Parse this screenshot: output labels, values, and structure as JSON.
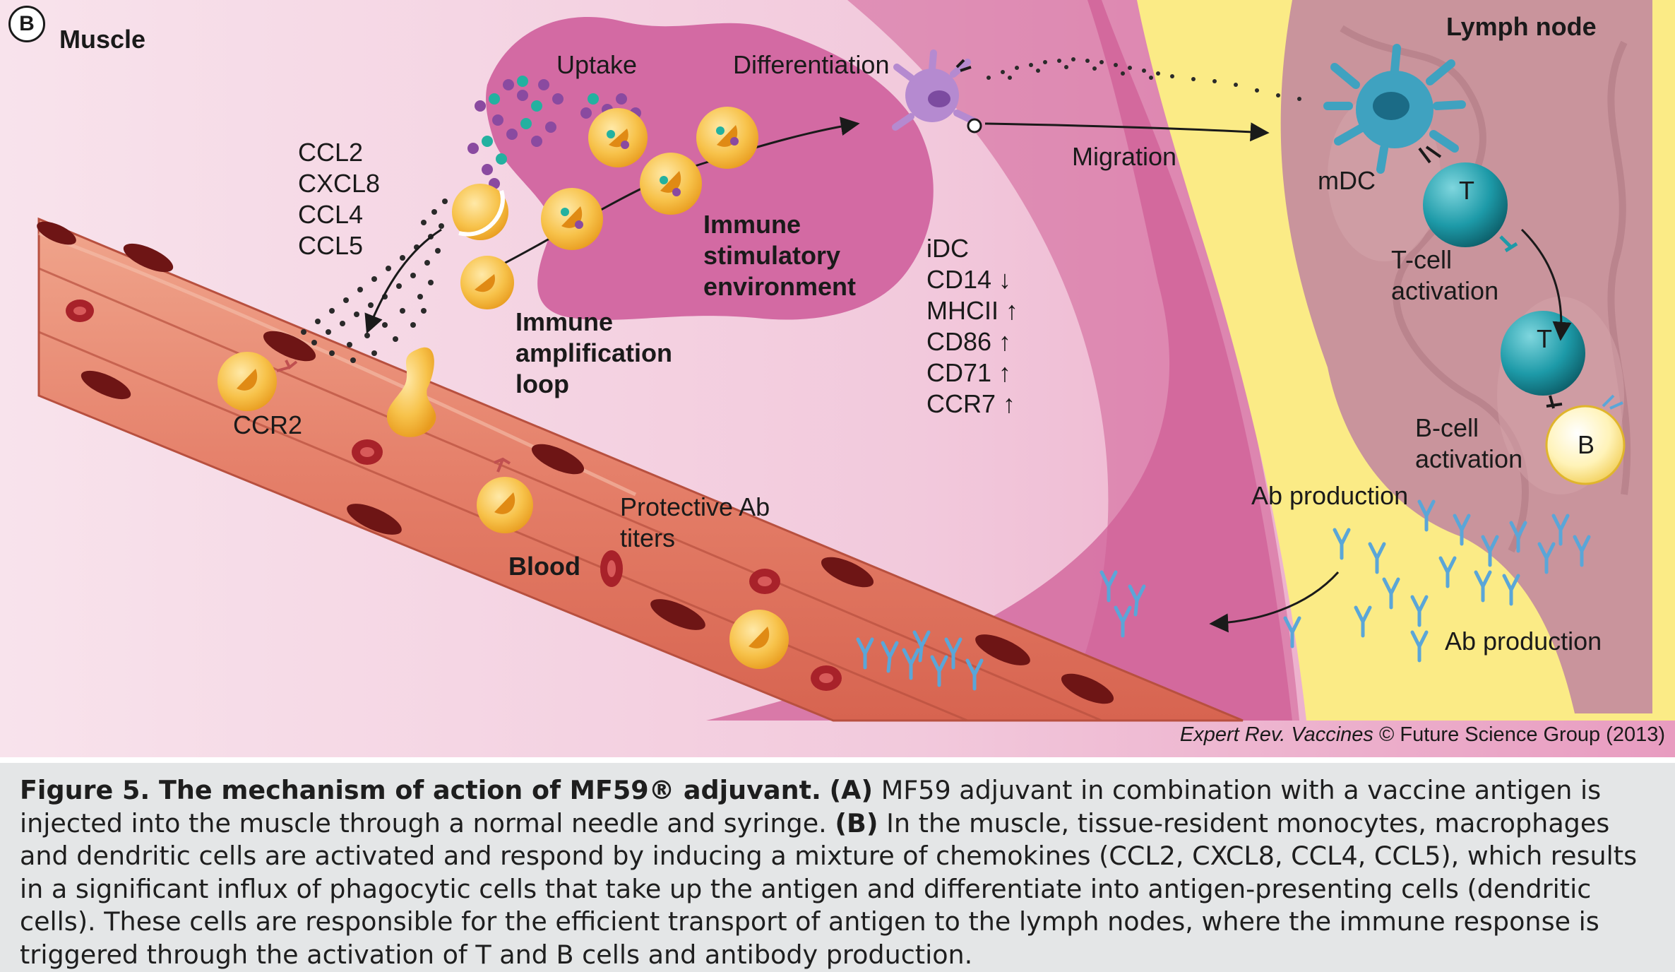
{
  "figure": {
    "panel_letter": "B",
    "regions": {
      "muscle": "Muscle",
      "lymph_node": "Lymph node",
      "blood": "Blood"
    },
    "labels": {
      "uptake": "Uptake",
      "differentiation": "Differentiation",
      "migration": "Migration",
      "mdc": "mDC",
      "ccr2": "CCR2",
      "immune_amplification_loop": [
        "Immune",
        "amplification",
        "loop"
      ],
      "immune_stimulatory_environment": [
        "Immune",
        "stimulatory",
        "environment"
      ],
      "protective_ab_titers": [
        "Protective Ab",
        "titers"
      ],
      "t_cell_activation": [
        "T-cell",
        "activation"
      ],
      "b_cell_activation": [
        "B-cell",
        "activation"
      ],
      "ab_production_top": "Ab production",
      "ab_production_bottom": "Ab production",
      "t_cell_1": "T",
      "t_cell_2": "T",
      "b_cell": "B"
    },
    "chemokines": [
      "CCL2",
      "CXCL8",
      "CCL4",
      "CCL5"
    ],
    "idc_markers": [
      "iDC",
      "CD14 ↓",
      "MHCII ↑",
      "CD86 ↑",
      "CD71 ↑",
      "CCR7 ↑"
    ],
    "credit_journal": "Expert Rev. Vaccines",
    "credit_rest": " © Future Science Group (2013)"
  },
  "caption": {
    "figure_label": "Figure 5. The mechanism of action of MF59® adjuvant.",
    "part_a_label": "(A)",
    "part_a_text": "MF59 adjuvant in combination with a vaccine antigen is injected into the muscle through a normal needle and syringe.",
    "part_b_label": "(B)",
    "part_b_text": "In the muscle, tissue-resident monocytes, macrophages and dendritic cells are activated and respond by inducing a mixture of chemokines (CCL2, CXCL8, CCL4, CCL5), which results in a significant influx of phagocytic cells that take up the antigen and differentiate into antigen-presenting cells (dendritic cells). These cells are responsible for the efficient transport of antigen to the lymph nodes, where the immune response is triggered through the activation of T and B cells and antibody production."
  },
  "colors": {
    "muscle_bg": "#f6dde8",
    "stimulatory_blob": "#d96ea6",
    "lymph_pink": "#c95890",
    "lymph_yellow": "#fbeb86",
    "lymph_node_tissue": "#c8959c",
    "vessel": "#e88a6e",
    "monocyte": "#f5b73a",
    "t_cell": "#1d9aa8",
    "antibody": "#5aa6d8"
  }
}
